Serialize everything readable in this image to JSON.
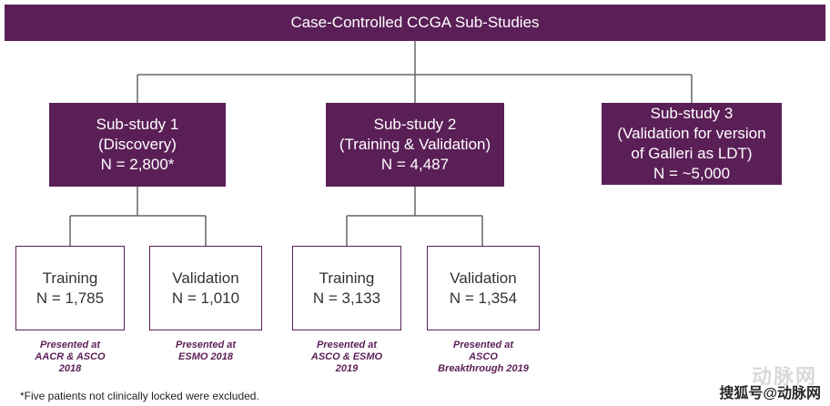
{
  "title": "Case-Controlled CCGA Sub-Studies",
  "substudies": [
    {
      "lines": [
        "Sub-study 1",
        "(Discovery)",
        "N = 2,800*"
      ]
    },
    {
      "lines": [
        "Sub-study 2",
        "(Training & Validation)",
        "N = 4,487"
      ]
    },
    {
      "lines": [
        "Sub-study 3",
        "(Validation for version",
        "of Galleri as LDT)",
        "N = ~5,000"
      ]
    }
  ],
  "leaves": [
    {
      "label": "Training",
      "n": "N = 1,785",
      "note": [
        "Presented at",
        "AACR & ASCO",
        "2018"
      ]
    },
    {
      "label": "Validation",
      "n": "N = 1,010",
      "note": [
        "Presented at",
        "ESMO 2018"
      ]
    },
    {
      "label": "Training",
      "n": "N = 3,133",
      "note": [
        "Presented at",
        "ASCO & ESMO",
        "2019"
      ]
    },
    {
      "label": "Validation",
      "n": "N = 1,354",
      "note": [
        "Presented at",
        "ASCO",
        "Breakthrough 2019"
      ]
    }
  ],
  "footnote": "*Five patients not clinically locked were excluded.",
  "watermark": {
    "text": "搜狐号@动脉网",
    "logo": "动脉网"
  },
  "colors": {
    "primary": "#5b1f57",
    "line": "#666666"
  }
}
